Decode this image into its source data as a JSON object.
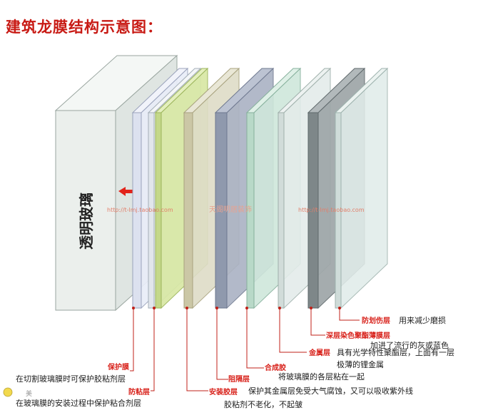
{
  "title": "建筑龙膜结构示意图：",
  "glass_label": "透明玻璃",
  "watermarks": {
    "left": "http://t-lmj.taobao.com",
    "middle": "天阁明居装饰",
    "right": "http://t-lmj.taobao.com"
  },
  "corner_text": "美",
  "layers": [
    {
      "title": "保护膜",
      "desc": "在切割玻璃膜时可保护胶粘剂层"
    },
    {
      "title": "防粘层",
      "desc": "在玻璃膜的安装过程中保护粘合剂层"
    },
    {
      "title": "安装胶层",
      "desc": "保护其金属层免受大气腐蚀，又可以吸收紫外线"
    },
    {
      "title": "阻隔层",
      "desc": "胶粘剂不老化，不起皱"
    },
    {
      "title": "合成胶",
      "desc": "将玻璃膜的各层粘在一起"
    },
    {
      "title": "金属层",
      "desc": "具有光学特性聚酯层，上面有一层",
      "desc2": "极薄的锂金属"
    },
    {
      "title": "深层染色聚酯薄膜层",
      "desc": "加进了流行的灰或蓝色"
    },
    {
      "title": "防划伤层",
      "desc": "用来减少磨损"
    }
  ],
  "colors": {
    "title": "#c81a14",
    "label_title": "#d8221b",
    "leader_line": "#c02018"
  }
}
